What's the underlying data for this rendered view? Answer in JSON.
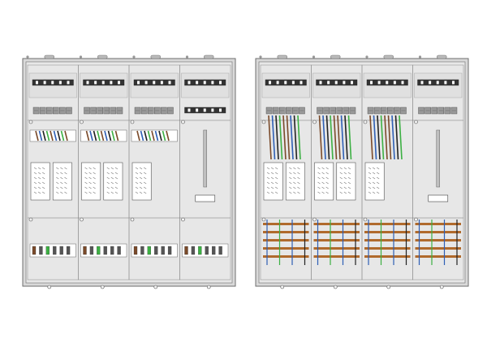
{
  "figure": {
    "panels": [
      {
        "id": "front-view",
        "columns": 4,
        "rows": [
          "busbar-rail",
          "terminal-block",
          "wiring-channel",
          "meter-field",
          "connection-zone"
        ],
        "meter_windows": [
          2,
          2,
          1,
          0
        ],
        "has_colored_wires": [
          true,
          true,
          true,
          false
        ]
      },
      {
        "id": "internal-view",
        "columns": 4,
        "rows": [
          "busbar-rail",
          "terminal-block",
          "wiring-channel",
          "meter-field",
          "busbar-zone"
        ],
        "meter_windows": [
          2,
          2,
          1,
          0
        ],
        "has_colored_wires": [
          true,
          true,
          true,
          false
        ]
      }
    ],
    "colors": {
      "frame": "#6e6e6e",
      "panel_fill": "#d9d9d9",
      "inner_fill": "#e7e7e7",
      "busbar": "#b06a2c",
      "wire_blue": "#2e5fb5",
      "wire_brown": "#7a4a2a",
      "wire_green": "#3cb043",
      "wire_black": "#222222",
      "rail_dark": "#333333"
    }
  }
}
